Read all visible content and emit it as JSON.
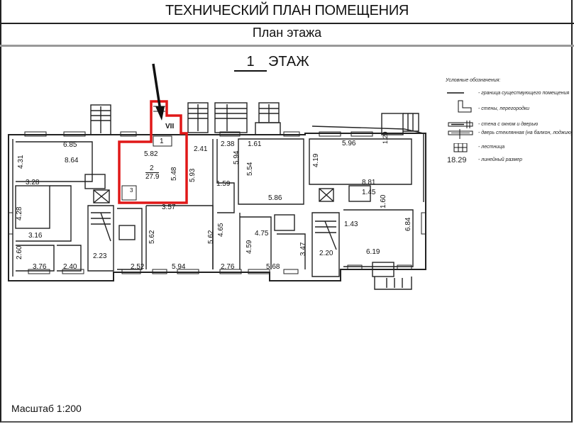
{
  "header": {
    "title": "ТЕХНИЧЕСКИЙ ПЛАН ПОМЕЩЕНИЯ",
    "subtitle": "План этажа"
  },
  "floor": {
    "number": "1",
    "label": "ЭТАЖ"
  },
  "legend": {
    "title": "Условные обозначения:",
    "items": [
      {
        "symbol": "boundary-line",
        "text": "- граница существующего помещения"
      },
      {
        "symbol": "walls",
        "text": "- стены, перегородки"
      },
      {
        "symbol": "wall-window-door",
        "text": "- стена с окном и дверью"
      },
      {
        "symbol": "glass-door",
        "text": "- дверь стеклянная (на балкон, лоджию)"
      },
      {
        "symbol": "stairs",
        "text": "- лестница"
      },
      {
        "symbol": "linear-size",
        "sample": "18.29",
        "text": "- линейный размер"
      }
    ]
  },
  "highlight": {
    "color": "#e01818",
    "room_number": "2",
    "room_area": "27.9",
    "room_VII_label": "VII",
    "room_1_label": "1",
    "room_3_label": "3"
  },
  "dimensions": {
    "d_6_85": "6.85",
    "d_8_64": "8.64",
    "d_4_31": "4.31",
    "d_3_28": "3.28",
    "d_4_28": "4.28",
    "d_3_16": "3.16",
    "d_2_60": "2.60",
    "d_3_76": "3.76",
    "d_2_40": "2.40",
    "d_2_23": "2.23",
    "d_2_52": "2.52",
    "d_5_82": "5.82",
    "d_5_48": "5.48",
    "d_5_93": "5.93",
    "d_2_41": "2.41",
    "d_3_57": "3.57",
    "d_5_62a": "5.62",
    "d_5_94b": "5.94",
    "d_5_62b": "5.62",
    "d_2_38": "2.38",
    "d_1_61": "1.61",
    "d_5_94": "5.94",
    "d_5_54": "5.54",
    "d_1_59": "1.59",
    "d_4_65": "4.65",
    "d_5_86": "5.86",
    "d_4_75": "4.75",
    "d_4_59": "4.59",
    "d_2_76": "2.76",
    "d_5_68": "5.68",
    "d_3_47": "3.47",
    "d_2_20": "2.20",
    "d_4_19": "4.19",
    "d_5_96": "5.96",
    "d_1_29": "1.29",
    "d_8_81": "8.81",
    "d_1_45": "1.45",
    "d_1_60": "1.60",
    "d_1_43": "1.43",
    "d_6_84": "6.84",
    "d_6_19": "6.19"
  },
  "footer": {
    "scale": "Масштаб 1:200"
  }
}
